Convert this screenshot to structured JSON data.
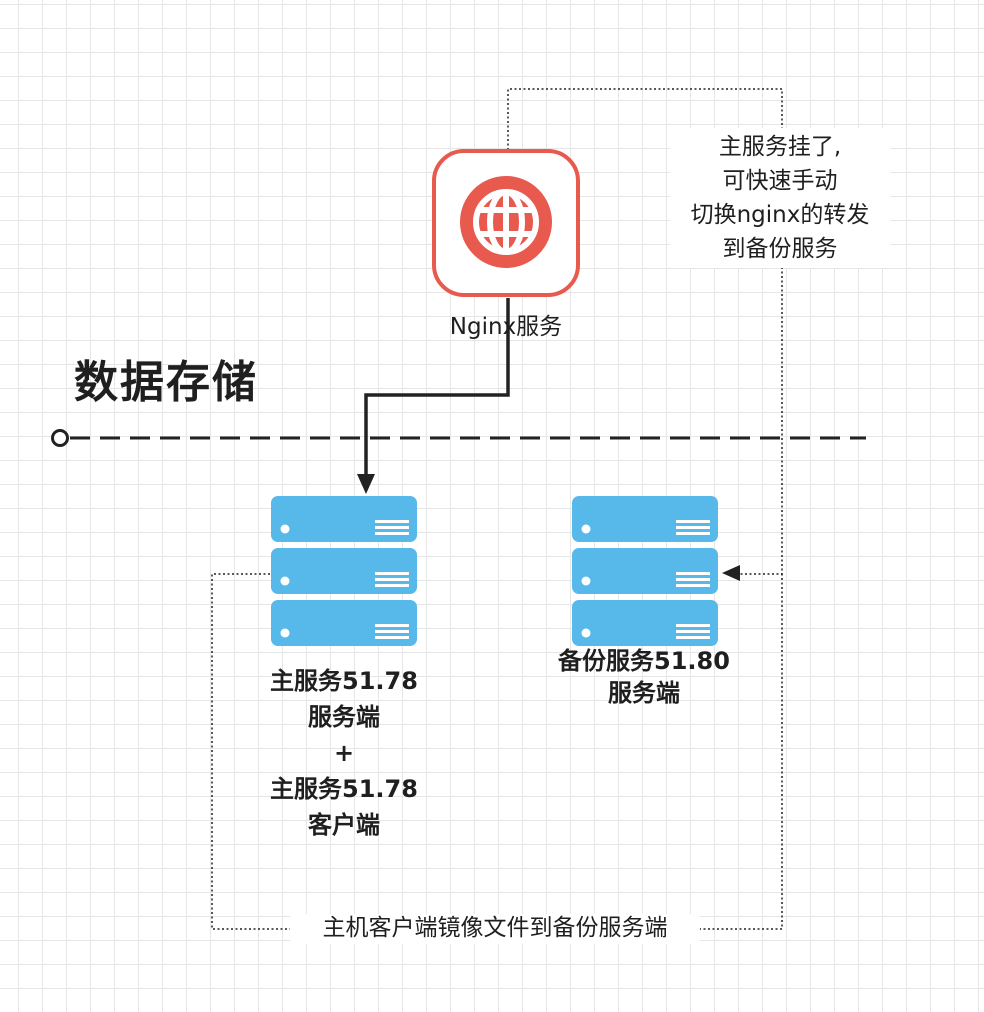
{
  "section_title": "数据存储",
  "nginx": {
    "label": "Nginx服务",
    "icon": "globe-icon",
    "accent_color": "#e8594e"
  },
  "failover_note": {
    "line1": "主服务挂了,",
    "line2": "可快速手动",
    "line3": "切换nginx的转发",
    "line4": "到备份服务"
  },
  "primary_server": {
    "icon": "server-stack-icon",
    "line1": "主服务51.78",
    "line2": "服务端",
    "line3": "+",
    "line4": "主服务51.78",
    "line5": "客户端"
  },
  "backup_server": {
    "icon": "server-stack-icon",
    "line1": "备份服务51.80",
    "line2": "服务端"
  },
  "mirror_link": {
    "label": "主机客户端镜像文件到备份服务端"
  },
  "colors": {
    "server_fill": "#56b9ea",
    "nginx_border": "#e8594e",
    "line": "#222222"
  }
}
